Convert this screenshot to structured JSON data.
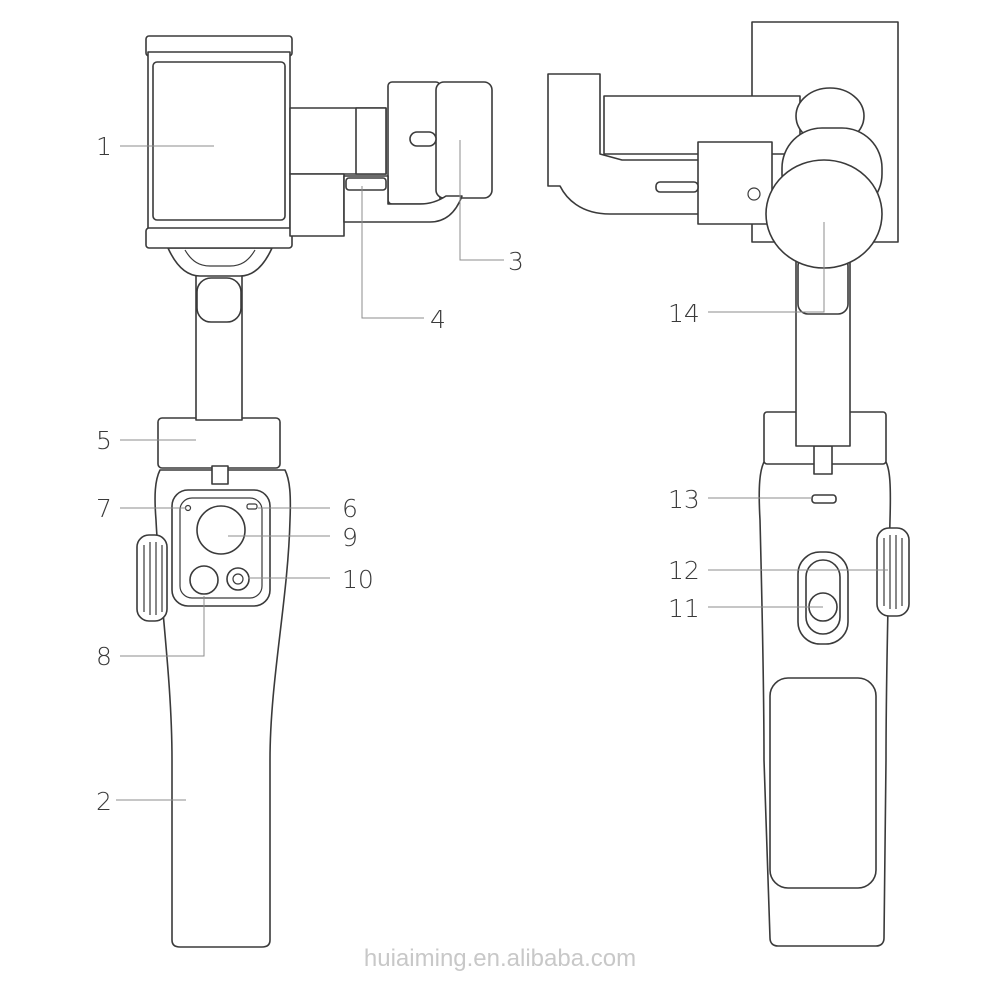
{
  "callouts": {
    "c1": "1",
    "c2": "2",
    "c3": "3",
    "c4": "4",
    "c5": "5",
    "c6": "6",
    "c7": "7",
    "c8": "8",
    "c9": "9",
    "c10": "10",
    "c11": "11",
    "c12": "12",
    "c13": "13",
    "c14": "14"
  },
  "watermark": "huiaiming.en.alibaba.com",
  "colors": {
    "line": "#3a3a3a",
    "leader": "#8c8c8c",
    "watermark": "#c8c8c8"
  }
}
